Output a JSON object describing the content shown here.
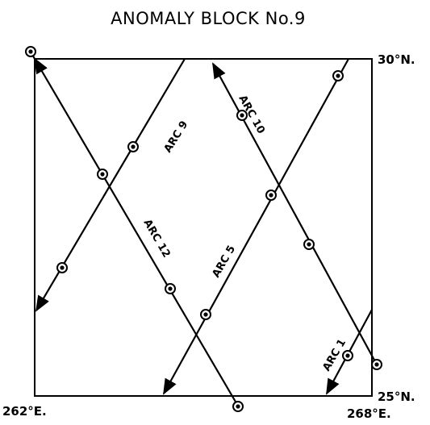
{
  "title": "ANOMALY BLOCK No.9",
  "corner_labels": {
    "top_right": "30°N.",
    "bottom_right": "25°N.",
    "bottom_left": "262°E.",
    "bottom_right_lon": "268°E."
  },
  "arc_labels": {
    "arc9": "ARC 9",
    "arc10": "ARC 10",
    "arc12": "ARC 12",
    "arc5": "ARC 5",
    "arc1": "ARC 1"
  },
  "colors": {
    "ink": "#000000",
    "background": "#ffffff"
  }
}
